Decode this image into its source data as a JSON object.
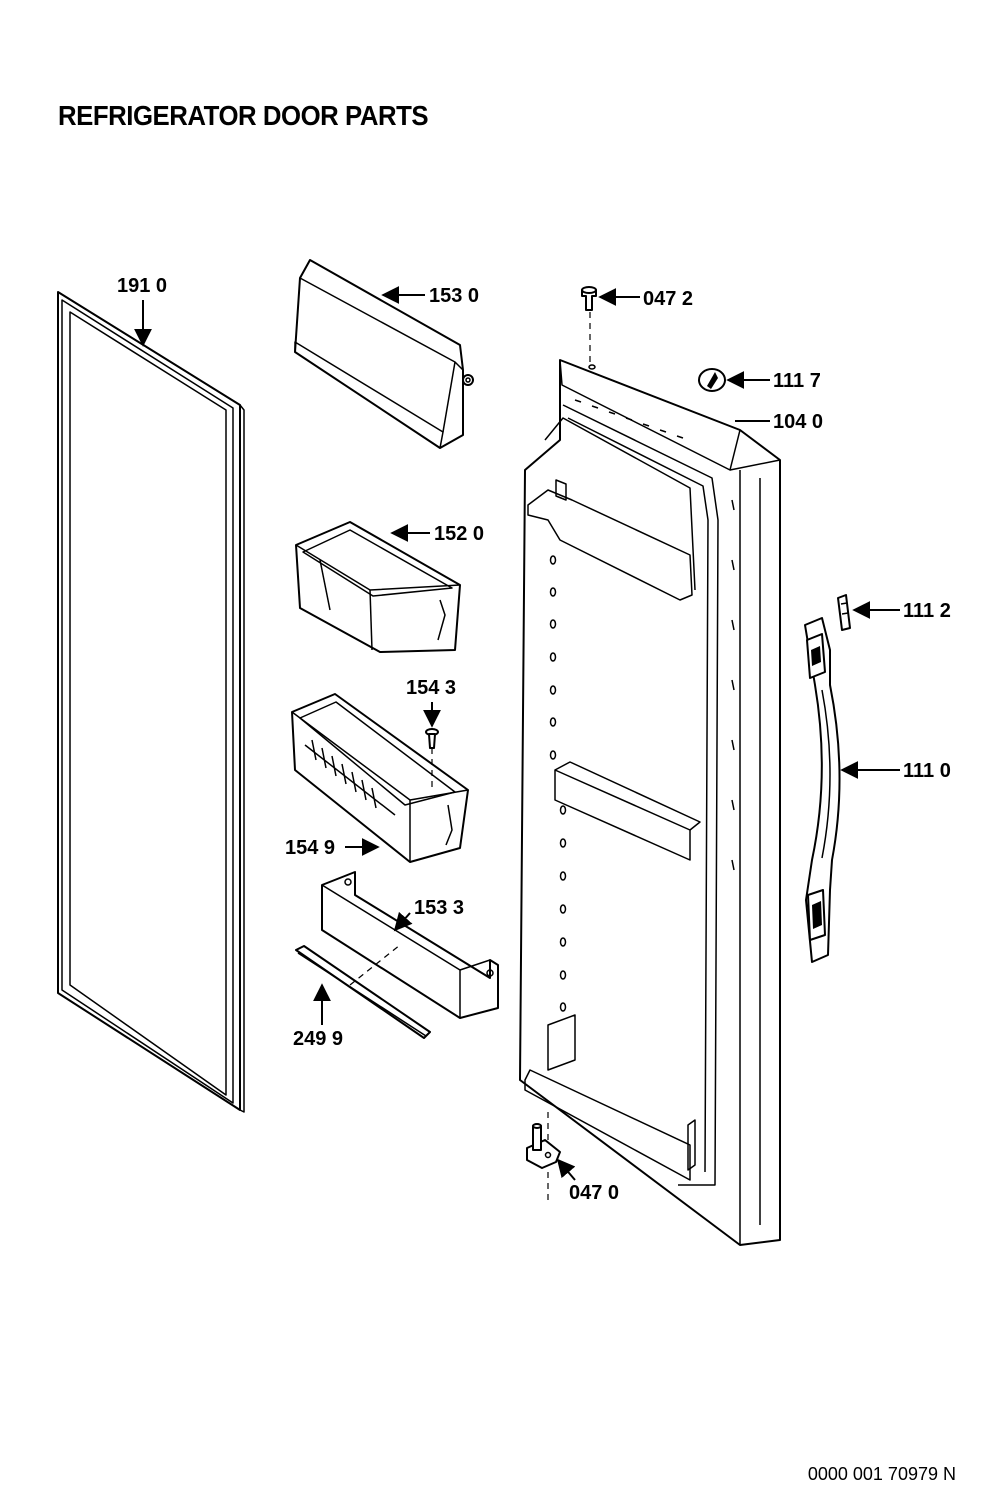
{
  "title": "REFRIGERATOR DOOR PARTS",
  "document_number": "0000 001 70979 N",
  "callouts": [
    {
      "id": "gasket",
      "label": "191 0"
    },
    {
      "id": "dispenser-cover",
      "label": "153 0"
    },
    {
      "id": "hinge-pin-top",
      "label": "047 2"
    },
    {
      "id": "handle-cap",
      "label": "111 7"
    },
    {
      "id": "door-assembly",
      "label": "104 0"
    },
    {
      "id": "dairy-bin",
      "label": "152 0"
    },
    {
      "id": "handle-clip",
      "label": "111 2"
    },
    {
      "id": "bin-screw",
      "label": "154 3"
    },
    {
      "id": "door-handle",
      "label": "111 0"
    },
    {
      "id": "door-bin",
      "label": "154 9"
    },
    {
      "id": "door-shelf",
      "label": "153 3"
    },
    {
      "id": "shelf-trim",
      "label": "249 9"
    },
    {
      "id": "hinge-pin-bottom",
      "label": "047 0"
    }
  ]
}
